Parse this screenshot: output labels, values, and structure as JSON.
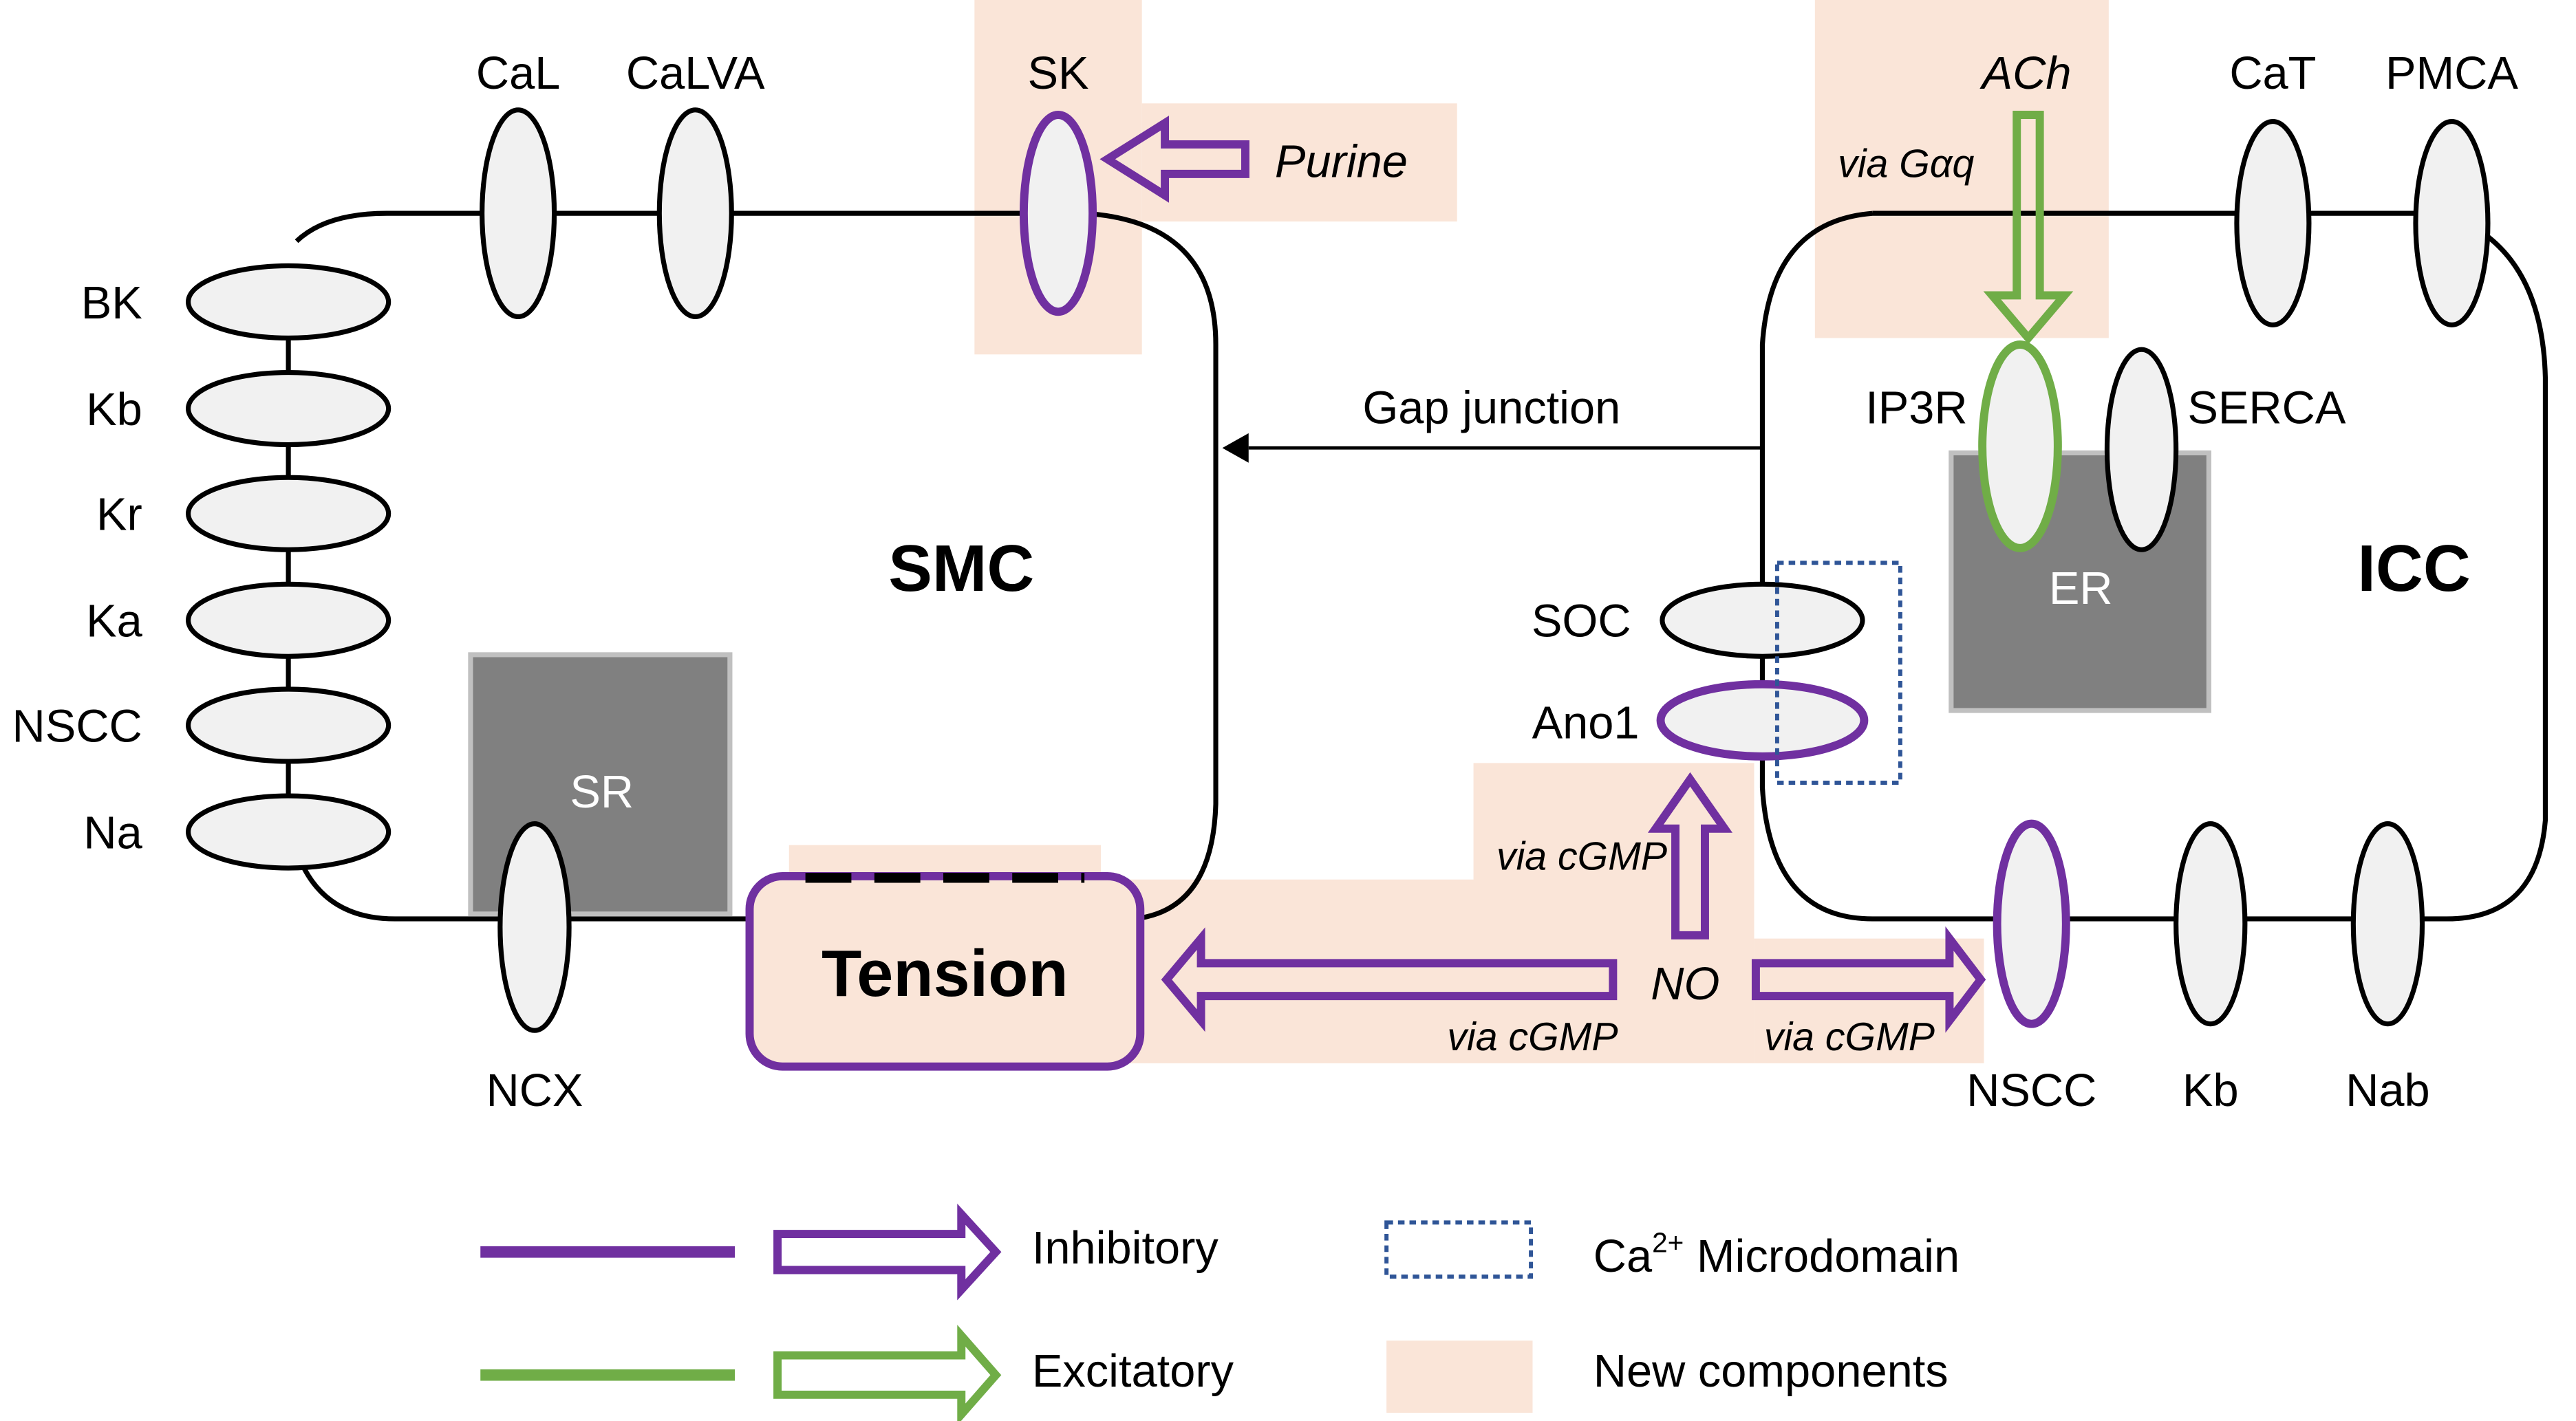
{
  "colors": {
    "inhibitory": "#7030a0",
    "excitatory": "#70ad47",
    "new_components": "#fae5d8",
    "microdomain": "#2f5597",
    "channel_fill": "#f1f1f1",
    "store_fill": "#808080"
  },
  "smc": {
    "title": "SMC",
    "store": "SR",
    "top_channels": [
      "CaL",
      "CaLVA",
      "SK"
    ],
    "left_channels": [
      "BK",
      "Kb",
      "Kr",
      "Ka",
      "NSCC",
      "Na"
    ],
    "bottom_channels": [
      "NCX"
    ],
    "tension": "Tension",
    "purine": "Purine"
  },
  "icc": {
    "title": "ICC",
    "store": "ER",
    "top_channels": [
      "CaT",
      "PMCA"
    ],
    "er_channels": [
      "IP3R",
      "SERCA"
    ],
    "left_channels": [
      "SOC",
      "Ano1"
    ],
    "bottom_channels": [
      "NSCC",
      "Kb",
      "Nab"
    ],
    "ach": "ACh",
    "via_gaq": "via Gαq"
  },
  "gap_junction": "Gap junction",
  "no": {
    "label": "NO",
    "via_up": "via cGMP",
    "via_left": "via cGMP",
    "via_right": "via cGMP"
  },
  "legend": {
    "inhibitory": "Inhibitory",
    "excitatory": "Excitatory",
    "microdomain_prefix": "Ca",
    "microdomain_sup": "2+",
    "microdomain_suffix": " Microdomain",
    "new_components": "New components"
  }
}
